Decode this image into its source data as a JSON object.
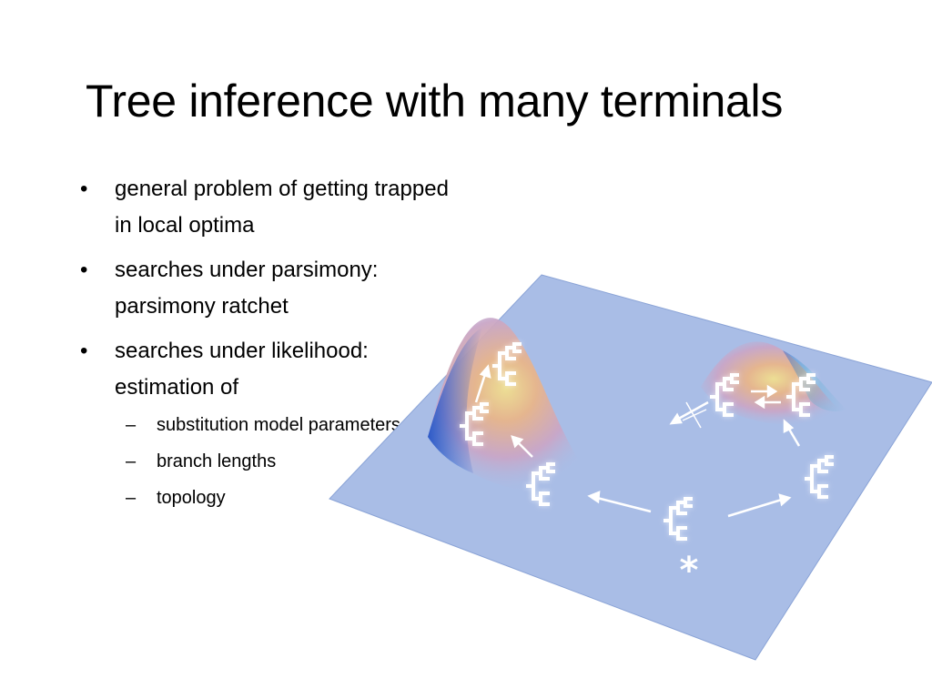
{
  "slide": {
    "title": "Tree inference with many terminals",
    "bullets": [
      {
        "text": "general problem of getting trapped in local optima"
      },
      {
        "text": "searches under parsimony: parsimony ratchet"
      },
      {
        "text": "searches under likelihood: estimation of"
      }
    ],
    "sub_bullets": [
      {
        "text": "substitution model parameters"
      },
      {
        "text": "branch lengths"
      },
      {
        "text": "topology"
      }
    ],
    "bullet_symbol": "•",
    "sub_bullet_symbol": "–"
  },
  "figure": {
    "start_marker": "*",
    "colors": {
      "plane": "#a9bde6",
      "plane_edge": "#8aa3d6",
      "peak_warm": "#e8b58a",
      "peak_mid": "#c9a6c7",
      "peak_cool": "#2b5bc9",
      "peak_yellow": "#f0e090",
      "tree_icon": "#ffffff"
    },
    "icons": [
      "tree-icon",
      "arrow-icon",
      "blocked-path-icon",
      "start-asterisk-icon"
    ]
  }
}
